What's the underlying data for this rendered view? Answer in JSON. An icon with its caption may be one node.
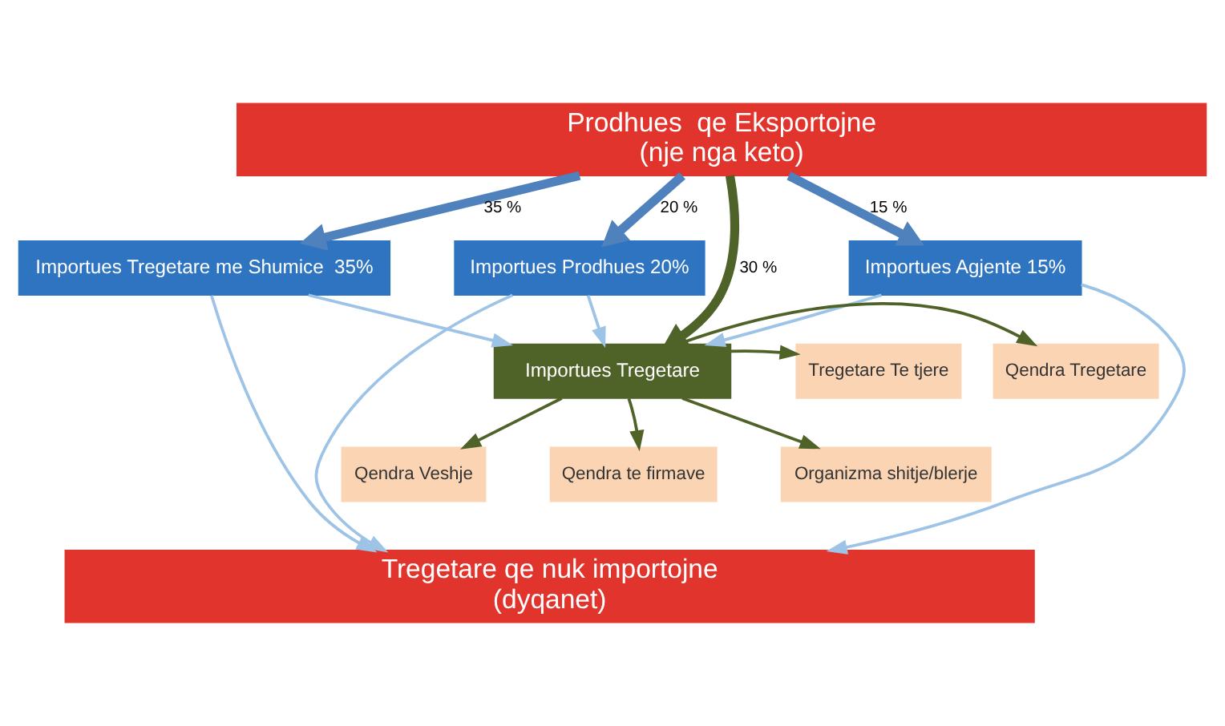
{
  "diagram": {
    "nodes": [
      {
        "text": [
          "Prodhues  qe Eksportojne",
          "(nje nga keto)"
        ]
      },
      {
        "text": [
          "Importues Tregetare me Shumice  35%"
        ]
      },
      {
        "text": [
          "Importues Prodhues 20%"
        ]
      },
      {
        "text": [
          "Importues Agjente 15%"
        ]
      },
      {
        "text": [
          "Importues Tregetare"
        ]
      },
      {
        "text": [
          "Qendra Tregetare"
        ]
      },
      {
        "text": [
          "Tregetare Te tjere"
        ]
      },
      {
        "text": [
          "Qendra Veshje"
        ]
      },
      {
        "text": [
          "Qendra te firmave"
        ]
      },
      {
        "text": [
          "Organizma shitje/blerje"
        ]
      },
      {
        "text": [
          "Tregetare qe nuk importojne",
          "(dyqanet)"
        ]
      }
    ],
    "edges": [
      {
        "from": 0,
        "to": 1,
        "arrow": "to",
        "label": "35 %",
        "style": "thick",
        "color": "#4f81bd"
      },
      {
        "from": 0,
        "to": 4,
        "arrow": "to",
        "label": "30 %",
        "style": "thick",
        "color": "#4f6228"
      },
      {
        "from": 0,
        "to": 2,
        "arrow": "to",
        "label": "20 %",
        "style": "thick",
        "color": "#4f81bd"
      },
      {
        "from": 0,
        "to": 3,
        "arrow": "to",
        "label": "15 %",
        "style": "thick",
        "color": "#4f81bd"
      },
      {
        "from": 1,
        "to": 4,
        "arrow": "to",
        "color": "#9dc3e6"
      },
      {
        "from": 1,
        "to": 10,
        "arrow": "to",
        "color": "#9dc3e6"
      },
      {
        "from": 2,
        "to": 4,
        "arrow": "to",
        "color": "#9dc3e6"
      },
      {
        "from": 2,
        "to": 10,
        "arrow": "to",
        "color": "#9dc3e6"
      },
      {
        "from": 3,
        "to": 4,
        "arrow": "to",
        "color": "#9dc3e6"
      },
      {
        "from": 3,
        "to": 10,
        "arrow": "to",
        "color": "#9dc3e6"
      },
      {
        "from": 4,
        "to": 5,
        "arrow": "to",
        "color": "#4f6228"
      },
      {
        "from": 4,
        "to": 6,
        "arrow": "to",
        "color": "#4f6228"
      },
      {
        "from": 4,
        "to": 7,
        "arrow": "to",
        "color": "#4f6228"
      },
      {
        "from": 4,
        "to": 8,
        "arrow": "to",
        "color": "#4f6228"
      },
      {
        "from": 4,
        "to": 9,
        "arrow": "to",
        "color": "#4f6228"
      }
    ]
  }
}
